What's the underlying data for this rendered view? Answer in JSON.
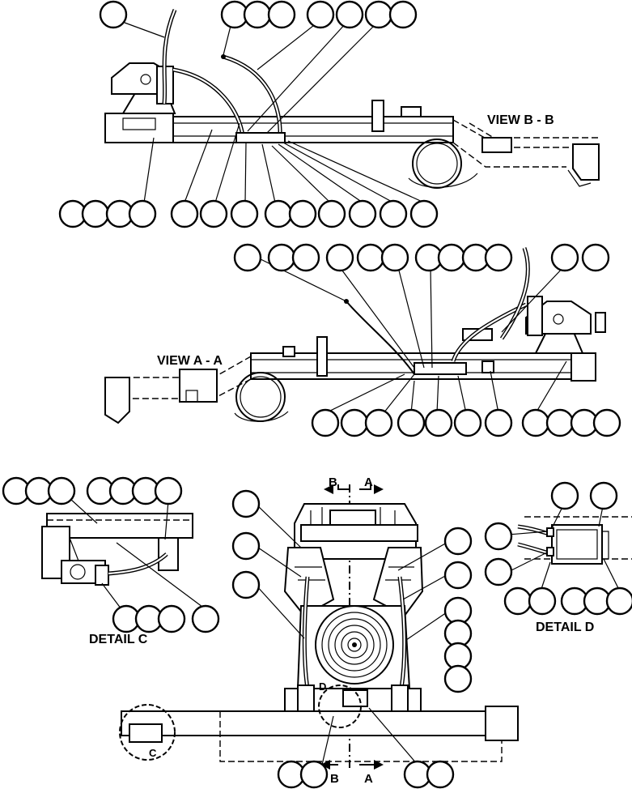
{
  "views": {
    "view_b": "VIEW B - B",
    "view_a": "VIEW A - A",
    "detail_c": "DETAIL C",
    "detail_d": "DETAIL D"
  },
  "markers": {
    "section_b_top": "B",
    "section_a_top": "A",
    "section_b_bottom": "B",
    "section_a_bottom": "A",
    "detail_c_ref": "C",
    "detail_d_ref": "D"
  },
  "colors": {
    "line": "#000000",
    "background": "#ffffff"
  }
}
